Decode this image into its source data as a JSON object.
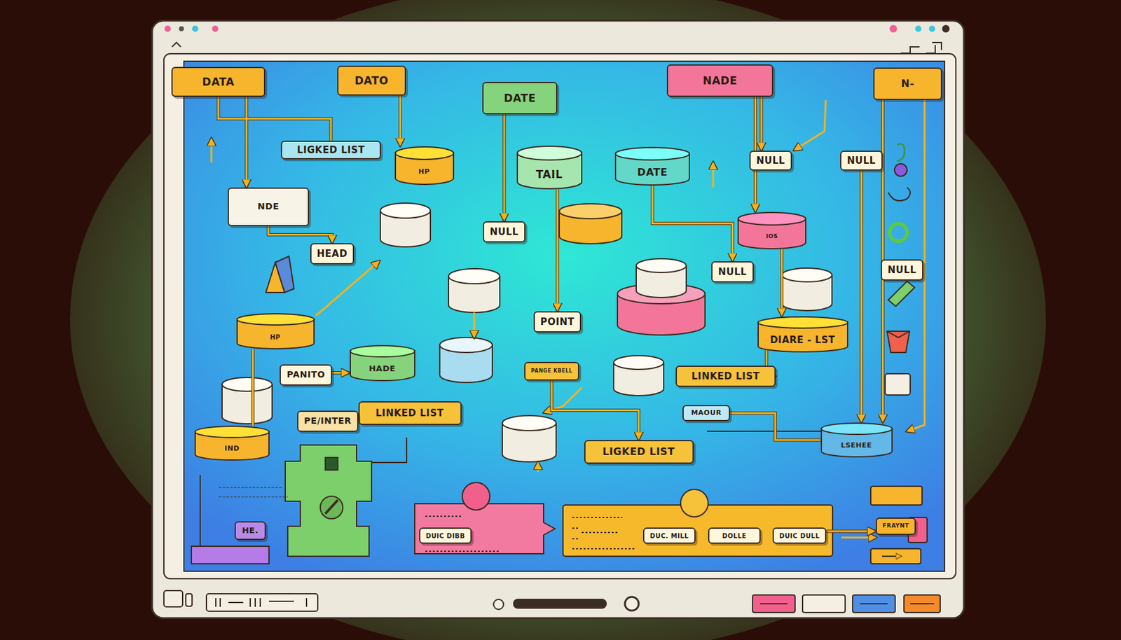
{
  "diagram": {
    "nodes": [
      {
        "text": [
          "DATA"
        ]
      },
      {
        "text": [
          "DATO"
        ]
      },
      {
        "text": [
          "DATE"
        ]
      },
      {
        "text": [
          "NADE"
        ]
      },
      {
        "text": [
          "N-"
        ]
      },
      {
        "text": [
          "LIGKED LIST"
        ]
      },
      {
        "text": [
          "HP"
        ]
      },
      {
        "text": [
          "TAIL"
        ]
      },
      {
        "text": [
          "DATE"
        ]
      },
      {
        "text": [
          "NULL"
        ]
      },
      {
        "text": [
          "NULL"
        ]
      },
      {
        "text": [
          "NDE"
        ]
      },
      {
        "text": [
          "HEAD"
        ]
      },
      {
        "text": [
          "NULL"
        ]
      },
      {
        "text": [
          "IOS"
        ]
      },
      {
        "text": [
          "NULL"
        ]
      },
      {
        "text": [
          "NULL"
        ]
      },
      {
        "text": [
          "HP"
        ]
      },
      {
        "text": [
          "POINT"
        ]
      },
      {
        "text": [
          "DIARE - LST"
        ]
      },
      {
        "text": [
          "HADE"
        ]
      },
      {
        "text": [
          "PANITO"
        ]
      },
      {
        "text": [
          "LINKED LIST"
        ]
      },
      {
        "text": [
          "MAOUR"
        ]
      },
      {
        "text": [
          "LINKED LIST"
        ]
      },
      {
        "text": [
          "PE/INTER"
        ]
      },
      {
        "text": [
          "LSEHEE"
        ]
      },
      {
        "text": [
          "IND"
        ]
      },
      {
        "text": [
          "LIGKED LIST"
        ]
      },
      {
        "text": [
          "HE."
        ]
      },
      {
        "text": [
          "PANGE KBELL"
        ]
      },
      {
        "text": [
          "DUIC DIBB"
        ]
      },
      {
        "text": [
          "DUC. MILL"
        ]
      },
      {
        "text": [
          "DOLLE"
        ]
      },
      {
        "text": [
          "DUIC DULL"
        ]
      },
      {
        "text": [
          "FRAYNT"
        ]
      }
    ],
    "edges": [
      {
        "from": 0,
        "to": 5,
        "arrow": "none"
      },
      {
        "from": 0,
        "to": 11,
        "arrow": "to"
      },
      {
        "from": 1,
        "to": 6,
        "arrow": "to"
      },
      {
        "from": 2,
        "to": 13,
        "arrow": "to"
      },
      {
        "from": 3,
        "to": 9,
        "arrow": "to"
      },
      {
        "from": 3,
        "to": 14,
        "arrow": "to"
      },
      {
        "from": 4,
        "to": 26,
        "arrow": "to"
      },
      {
        "from": 11,
        "to": 12,
        "arrow": "to"
      },
      {
        "from": 7,
        "to": 18,
        "arrow": "to"
      },
      {
        "from": 8,
        "to": 15,
        "arrow": "to"
      },
      {
        "from": 10,
        "to": 26,
        "arrow": "to"
      },
      {
        "from": 14,
        "to": 19,
        "arrow": "to"
      },
      {
        "from": 19,
        "to": 22,
        "arrow": "to"
      },
      {
        "from": 21,
        "to": 20,
        "arrow": "to"
      },
      {
        "from": 27,
        "to": 17,
        "arrow": "none"
      },
      {
        "from": 23,
        "to": 26,
        "arrow": "none"
      },
      {
        "from": 30,
        "to": 28,
        "arrow": "to"
      },
      {
        "from": 34,
        "to": 35,
        "arrow": "to"
      }
    ]
  }
}
